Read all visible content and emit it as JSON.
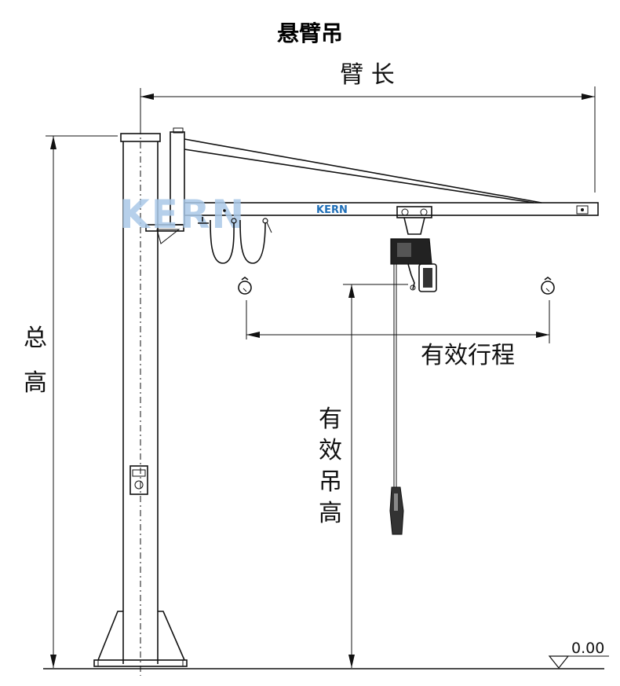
{
  "title": "悬臂吊",
  "labels": {
    "arm_length": "臂 长",
    "total_height": [
      "总",
      "高"
    ],
    "effective_travel": "有效行程",
    "effective_lift_height": [
      "有",
      "效",
      "吊",
      "高"
    ],
    "ground_level": "0.00"
  },
  "logos": {
    "watermark": "KERN",
    "arm_brand": "KERN"
  },
  "colors": {
    "line": "#111111",
    "watermark": "#a9c8e8",
    "brand": "#1f6fb8",
    "background": "#ffffff"
  }
}
